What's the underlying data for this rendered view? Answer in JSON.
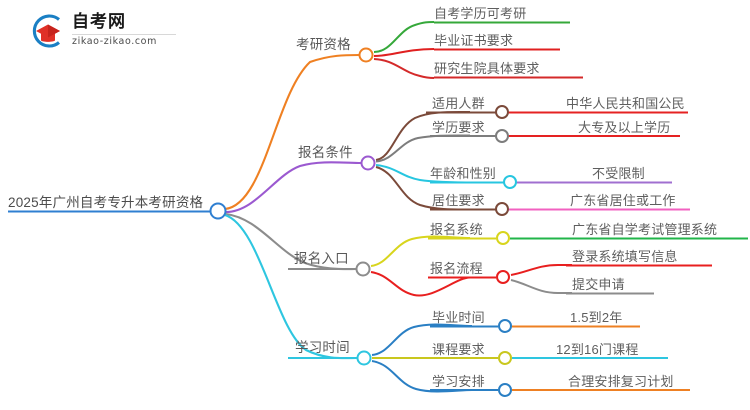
{
  "watermark": {
    "logo_icon": "graduation-cap-icon",
    "title": "自考网",
    "domain": "zikao-zikao.com",
    "brand_blue": "#1a7fc4",
    "brand_red": "#e03027"
  },
  "mindmap": {
    "root": {
      "label": "2025年广州自考专升本考研资格",
      "node_color": "#2f7fd1",
      "underline_color": "#2f7fd1"
    },
    "branches": [
      {
        "label": "考研资格",
        "color": "#ef8022",
        "node_color": "#ef8022",
        "children": [
          {
            "label": "自考学历可考研",
            "color": "#35a83a",
            "children": []
          },
          {
            "label": "毕业证书要求",
            "color": "#e02020",
            "children": []
          },
          {
            "label": "研究生院具体要求",
            "color": "#d42a2a",
            "children": []
          }
        ]
      },
      {
        "label": "报名条件",
        "color": "#9b59d0",
        "node_color": "#9b59d0",
        "children": [
          {
            "label": "适用人群",
            "color": "#7b4a3a",
            "children": [
              {
                "label": "中华人民共和国公民",
                "color": "#e52222"
              }
            ]
          },
          {
            "label": "学历要求",
            "color": "#7d7d7d",
            "children": [
              {
                "label": "大专及以上学历",
                "color": "#e52222"
              }
            ]
          },
          {
            "label": "年龄和性别",
            "color": "#27c6e0",
            "children": [
              {
                "label": "不受限制",
                "color": "#a06fd0"
              }
            ]
          },
          {
            "label": "居住要求",
            "color": "#7b4a3a",
            "children": [
              {
                "label": "广东省居住或工作",
                "color": "#f261c0"
              }
            ]
          }
        ]
      },
      {
        "label": "报名入口",
        "color": "#8c8c8c",
        "node_color": "#8c8c8c",
        "children": [
          {
            "label": "报名系统",
            "color": "#d8d51d",
            "children": [
              {
                "label": "广东省自学考试管理系统",
                "color": "#21b54a"
              }
            ]
          },
          {
            "label": "报名流程",
            "color": "#e81f1f",
            "children": [
              {
                "label": "登录系统填写信息",
                "color": "#e81f1f"
              },
              {
                "label": "提交申请",
                "color": "#8c8c8c"
              }
            ]
          }
        ]
      },
      {
        "label": "学习时间",
        "color": "#2ec6e0",
        "node_color": "#2ec6e0",
        "children": [
          {
            "label": "毕业时间",
            "color": "#2a7fc4",
            "children": [
              {
                "label": "1.5到2年",
                "color": "#ee8023"
              }
            ]
          },
          {
            "label": "课程要求",
            "color": "#c9c71e",
            "children": [
              {
                "label": "12到16门课程",
                "color": "#2ec6e0"
              }
            ]
          },
          {
            "label": "学习安排",
            "color": "#2a7fc4",
            "children": [
              {
                "label": "合理安排复习计划",
                "color": "#ee8023"
              }
            ]
          }
        ]
      }
    ]
  }
}
